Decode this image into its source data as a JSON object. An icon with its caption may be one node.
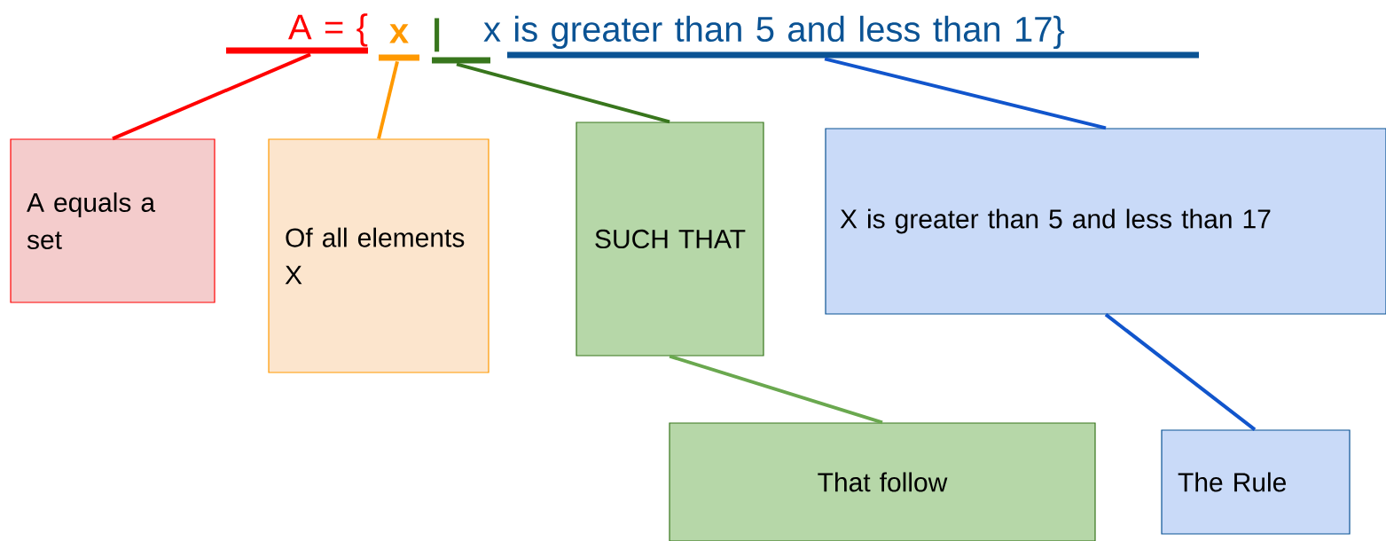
{
  "diagram": {
    "nodes": [
      {
        "text": [
          "A = {"
        ]
      },
      {
        "text": [
          "x"
        ]
      },
      {
        "text": [
          "|"
        ]
      },
      {
        "text": [
          "x is greater than 5 and less than 17}"
        ]
      },
      {
        "text": [
          "A equals a set"
        ]
      },
      {
        "text": [
          "Of all elements X"
        ]
      },
      {
        "text": [
          "SUCH THAT"
        ]
      },
      {
        "text": [
          "X is greater than 5 and less than 17"
        ]
      },
      {
        "text": [
          "That follow"
        ]
      },
      {
        "text": [
          "The Rule"
        ]
      }
    ],
    "edges": [
      {
        "from": 0,
        "to": 4,
        "arrow": "none",
        "color": "#ff0000"
      },
      {
        "from": 1,
        "to": 5,
        "arrow": "none",
        "color": "#ff9900"
      },
      {
        "from": 2,
        "to": 6,
        "arrow": "none",
        "color": "#38761d"
      },
      {
        "from": 3,
        "to": 7,
        "arrow": "none",
        "color": "#1155cc"
      },
      {
        "from": 6,
        "to": 8,
        "arrow": "none",
        "color": "#6aa84f"
      },
      {
        "from": 7,
        "to": 9,
        "arrow": "none",
        "color": "#1155cc"
      }
    ]
  }
}
